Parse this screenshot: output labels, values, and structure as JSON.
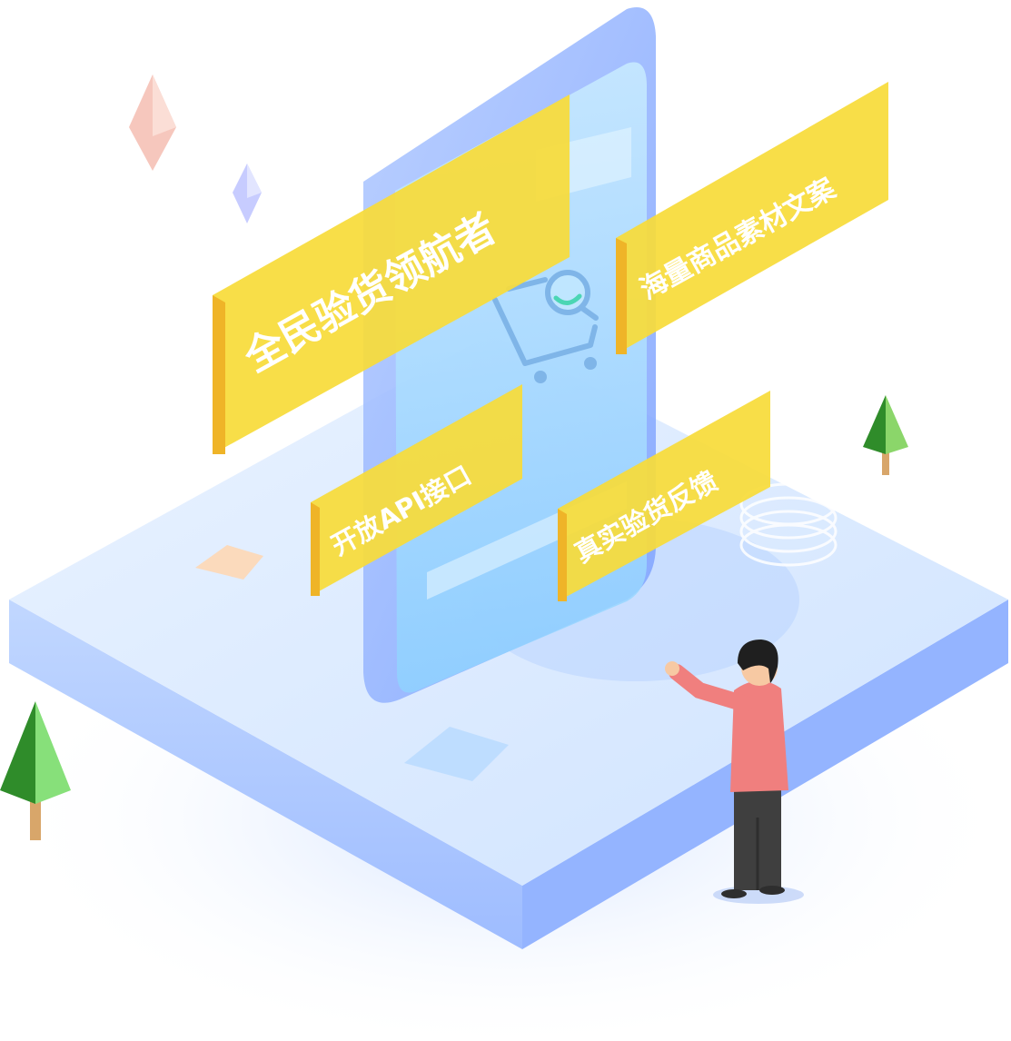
{
  "illustration": {
    "labels": {
      "main": "全民验货领航者",
      "materials": "海量商品素材文案",
      "api": "开放API接口",
      "feedback": "真实验货反馈"
    },
    "colors": {
      "platform_top": "#dcecfd",
      "platform_side": "#a9c6ff",
      "phone_body": "#8fb2ff",
      "phone_screen": "#aee0ff",
      "label_face": "#f7dc3a",
      "label_edge": "#efb428",
      "person_shirt": "#f07f7e",
      "person_pants": "#3f3f3f",
      "tree_light": "#87e07a",
      "tree_dark": "#2f8c2a"
    },
    "icons": [
      "shopping-cart-icon",
      "magnifier-icon",
      "crystal-icon",
      "tree-icon",
      "ring-stack-icon"
    ]
  }
}
